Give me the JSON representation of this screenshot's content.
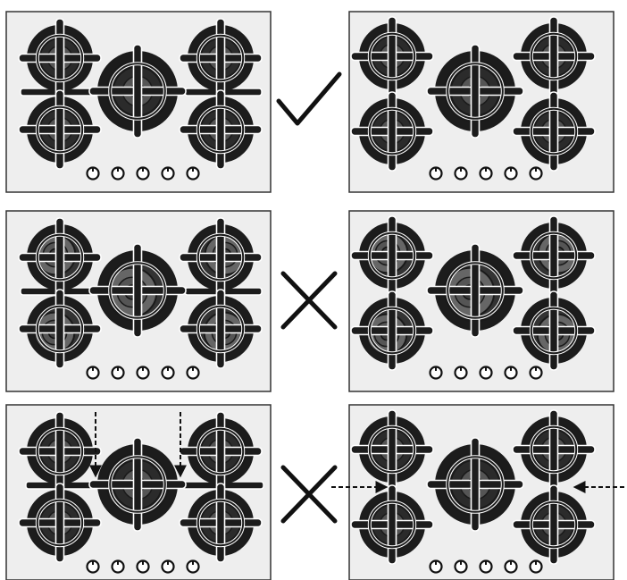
{
  "rows": [
    {
      "verdict": "correct",
      "left": {
        "variant": "long-grates",
        "knob_count": 5,
        "burners": [
          {
            "size": "small",
            "cap": "dark"
          },
          {
            "size": "small",
            "cap": "dark"
          },
          {
            "size": "large",
            "cap": "dark"
          },
          {
            "size": "small",
            "cap": "dark"
          },
          {
            "size": "small",
            "cap": "dark"
          }
        ]
      },
      "right": {
        "variant": "individual-grates",
        "knob_count": 5,
        "burners": [
          {
            "size": "small",
            "cap": "dark"
          },
          {
            "size": "small",
            "cap": "dark"
          },
          {
            "size": "large",
            "cap": "dark"
          },
          {
            "size": "small",
            "cap": "dark"
          },
          {
            "size": "small",
            "cap": "dark"
          }
        ]
      }
    },
    {
      "verdict": "incorrect",
      "left": {
        "variant": "long-grates-misaligned",
        "knob_count": 5,
        "burners": [
          {
            "size": "small",
            "cap": "misaligned"
          },
          {
            "size": "small",
            "cap": "misaligned"
          },
          {
            "size": "large",
            "cap": "misaligned"
          },
          {
            "size": "small",
            "cap": "misaligned"
          },
          {
            "size": "small",
            "cap": "misaligned"
          }
        ]
      },
      "right": {
        "variant": "individual-grates-misaligned",
        "knob_count": 5,
        "burners": [
          {
            "size": "small",
            "cap": "misaligned"
          },
          {
            "size": "small",
            "cap": "misaligned"
          },
          {
            "size": "large",
            "cap": "misaligned"
          },
          {
            "size": "small",
            "cap": "misaligned"
          },
          {
            "size": "small",
            "cap": "misaligned"
          }
        ]
      }
    },
    {
      "verdict": "incorrect",
      "left": {
        "variant": "long-grates-gap",
        "knob_count": 5,
        "arrows": "vertical-into-gaps",
        "burners": [
          {
            "size": "small",
            "cap": "dark"
          },
          {
            "size": "small",
            "cap": "dark"
          },
          {
            "size": "large",
            "cap": "dark"
          },
          {
            "size": "small",
            "cap": "dark"
          },
          {
            "size": "small",
            "cap": "dark"
          }
        ]
      },
      "right": {
        "variant": "individual-grates-gap",
        "knob_count": 5,
        "arrows": "horizontal-into-gaps",
        "burners": [
          {
            "size": "small",
            "cap": "dark"
          },
          {
            "size": "small",
            "cap": "dark"
          },
          {
            "size": "large",
            "cap": "dark"
          },
          {
            "size": "small",
            "cap": "dark"
          },
          {
            "size": "small",
            "cap": "dark"
          }
        ]
      }
    }
  ],
  "symbols": {
    "correct": "check-mark",
    "incorrect": "cross-mark"
  },
  "colors": {
    "panel_fill": "#eeeeee",
    "panel_stroke": "#333333",
    "grate": "#1c1c1c",
    "cap_dark": "#2b2b2b",
    "cap_gray": "#666666",
    "cap_mid": "#555555",
    "grate_highlight": "#ffffff"
  }
}
